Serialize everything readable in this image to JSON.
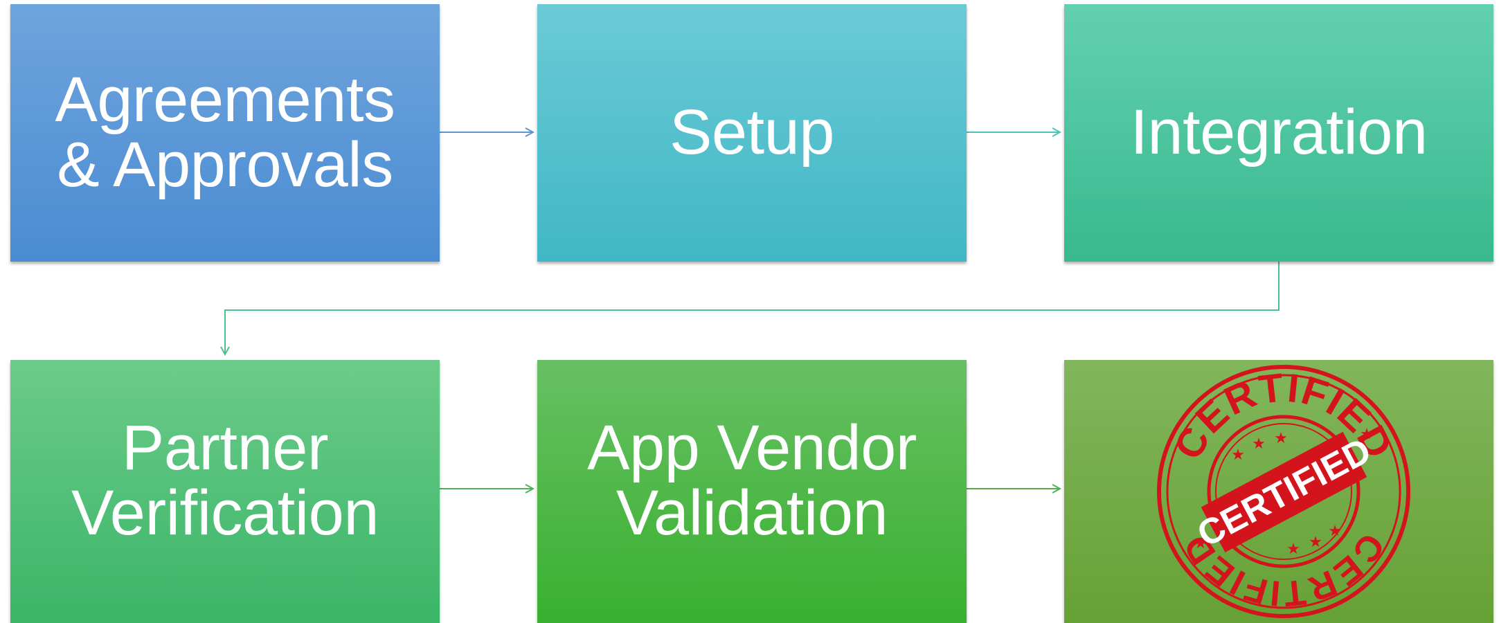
{
  "steps": [
    {
      "lines": [
        "Agreements",
        "& Approvals"
      ]
    },
    {
      "lines": [
        "Setup"
      ]
    },
    {
      "lines": [
        "Integration"
      ]
    },
    {
      "lines": [
        "Partner",
        "Verification"
      ]
    },
    {
      "lines": [
        "App Vendor",
        "Validation"
      ]
    }
  ],
  "stamp": {
    "outer_text": "CERTIFIED",
    "inner_text": "CERTIFIED",
    "color": "#d4141c"
  },
  "colors": {
    "box1": "#5a97d8",
    "box2": "#52c0cf",
    "box3": "#4cc59f",
    "box4": "#52bf78",
    "box5": "#4fb948",
    "box6": "#74ab45",
    "connector_blue": "#5b95d6",
    "connector_teal": "#4fc3b8",
    "connector_green": "#4cb35a"
  }
}
